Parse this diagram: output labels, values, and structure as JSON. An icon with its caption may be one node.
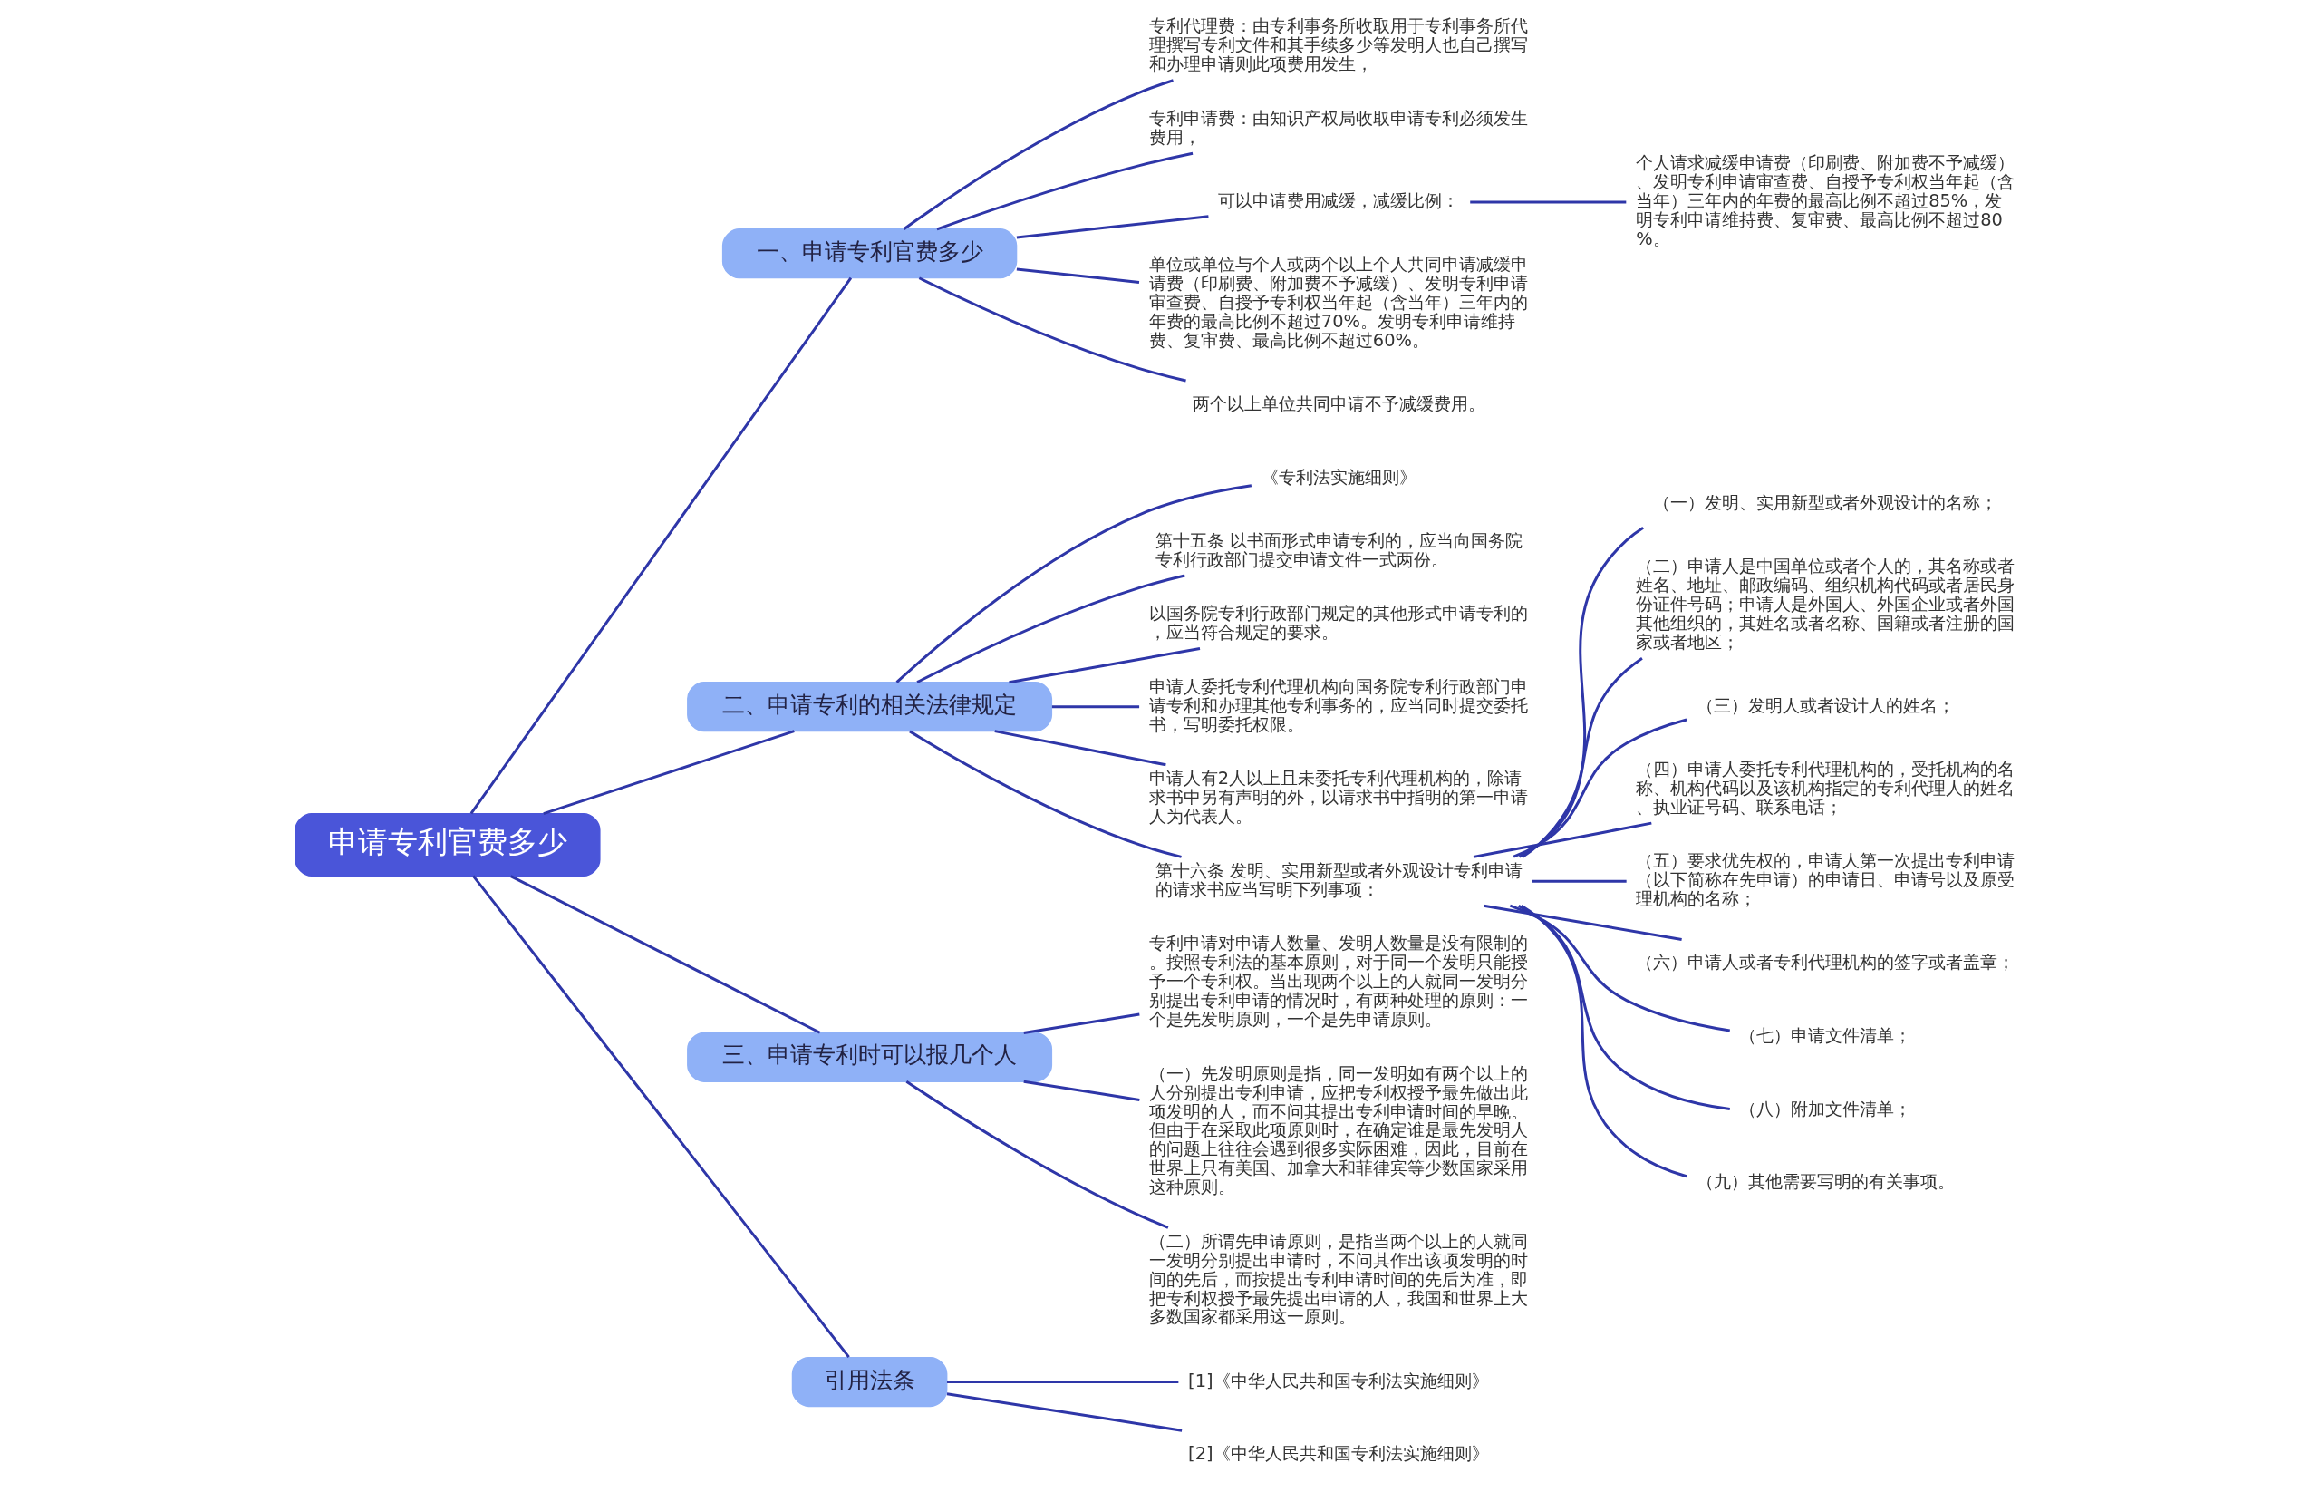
{
  "diagram": {
    "nodes": [
      {
        "text": [
          "申请专利官费多少"
        ]
      },
      {
        "text": [
          "一、申请专利官费多少"
        ]
      },
      {
        "text": [
          "专利代理费：由专利事务所收取用于专利事务所代理撰写专利文件和其手续多少等发明人也自己撰写和办理申请则此项费用发生，"
        ]
      },
      {
        "text": [
          "专利申请费：由知识产权局收取申请专利必须发生费用，"
        ]
      },
      {
        "text": [
          "可以申请费用减缓，减缓比例："
        ]
      },
      {
        "text": [
          "单位或单位与个人或两个以上个人共同申请减缓申请费（印刷费、附加费不予减缓）、发明专利申请审查费、自授予专利权当年起（含当年）三年内的年费的最高比例不超过70%。发明专利申请维持费、复审费、最高比例不超过60%。"
        ]
      },
      {
        "text": [
          "两个以上单位共同申请不予减缓费用。"
        ]
      },
      {
        "text": [
          "个人请求减缓申请费（印刷费、附加费不予减缓）、发明专利申请审查费、自授予专利权当年起（含当年）三年内的年费的最高比例不超过85%，发明专利申请维持费、复审费、最高比例不超过80%。"
        ]
      },
      {
        "text": [
          "二、申请专利的相关法律规定"
        ]
      },
      {
        "text": [
          "《专利法实施细则》"
        ]
      },
      {
        "text": [
          "第十五条 以书面形式申请专利的，应当向国务院专利行政部门提交申请文件一式两份。"
        ]
      },
      {
        "text": [
          "以国务院专利行政部门规定的其他形式申请专利的，应当符合规定的要求。"
        ]
      },
      {
        "text": [
          "申请人委托专利代理机构向国务院专利行政部门申请专利和办理其他专利事务的，应当同时提交委托书，写明委托权限。"
        ]
      },
      {
        "text": [
          "申请人有2人以上且未委托专利代理机构的，除请求书中另有声明的外，以请求书中指明的第一申请人为代表人。"
        ]
      },
      {
        "text": [
          "第十六条 发明、实用新型或者外观设计专利申请的请求书应当写明下列事项："
        ]
      },
      {
        "text": [
          "（一）发明、实用新型或者外观设计的名称；"
        ]
      },
      {
        "text": [
          "（二）申请人是中国单位或者个人的，其名称或者姓名、地址、邮政编码、组织机构代码或者居民身份证件号码；申请人是外国人、外国企业或者外国其他组织的，其姓名或者名称、国籍或者注册的国家或者地区；"
        ]
      },
      {
        "text": [
          "（三）发明人或者设计人的姓名；"
        ]
      },
      {
        "text": [
          "（四）申请人委托专利代理机构的，受托机构的名称、机构代码以及该机构指定的专利代理人的姓名、执业证号码、联系电话；"
        ]
      },
      {
        "text": [
          "（五）要求优先权的，申请人第一次提出专利申请（以下简称在先申请）的申请日、申请号以及原受理机构的名称；"
        ]
      },
      {
        "text": [
          "（六）申请人或者专利代理机构的签字或者盖章；"
        ]
      },
      {
        "text": [
          "（七）申请文件清单；"
        ]
      },
      {
        "text": [
          "（八）附加文件清单；"
        ]
      },
      {
        "text": [
          "（九）其他需要写明的有关事项。"
        ]
      },
      {
        "text": [
          "三、申请专利时可以报几个人"
        ]
      },
      {
        "text": [
          "专利申请对申请人数量、发明人数量是没有限制的。按照专利法的基本原则，对于同一个发明只能授予一个专利权。当出现两个以上的人就同一发明分别提出专利申请的情况时，有两种处理的原则：一个是先发明原则，一个是先申请原则。"
        ]
      },
      {
        "text": [
          "（一）先发明原则是指，同一发明如有两个以上的人分别提出专利申请，应把专利权授予最先做出此项发明的人，而不问其提出专利申请时间的早晚。但由于在采取此项原则时，在确定谁是最先发明人的问题上往往会遇到很多实际困难，因此，目前在世界上只有美国、加拿大和菲律宾等少数国家采用这种原则。"
        ]
      },
      {
        "text": [
          "（二）所谓先申请原则，是指当两个以上的人就同一发明分别提出申请时，不问其作出该项发明的时间的先后，而按提出专利申请时间的先后为准，即把专利权授予最先提出申请的人，我国和世界上大多数国家都采用这一原则。"
        ]
      },
      {
        "text": [
          "引用法条"
        ]
      },
      {
        "text": [
          "[1]《中华人民共和国专利法实施细则》"
        ]
      },
      {
        "text": [
          "[2]《中华人民共和国专利法实施细则》"
        ]
      }
    ],
    "edges": [
      {
        "from": 0,
        "to": 1,
        "arrow": "none"
      },
      {
        "from": 1,
        "to": 2,
        "arrow": "none"
      },
      {
        "from": 1,
        "to": 3,
        "arrow": "none"
      },
      {
        "from": 1,
        "to": 4,
        "arrow": "none"
      },
      {
        "from": 4,
        "to": 7,
        "arrow": "none"
      },
      {
        "from": 1,
        "to": 5,
        "arrow": "none"
      },
      {
        "from": 1,
        "to": 6,
        "arrow": "none"
      },
      {
        "from": 0,
        "to": 8,
        "arrow": "none"
      },
      {
        "from": 8,
        "to": 9,
        "arrow": "none"
      },
      {
        "from": 8,
        "to": 10,
        "arrow": "none"
      },
      {
        "from": 8,
        "to": 11,
        "arrow": "none"
      },
      {
        "from": 8,
        "to": 12,
        "arrow": "none"
      },
      {
        "from": 8,
        "to": 13,
        "arrow": "none"
      },
      {
        "from": 8,
        "to": 14,
        "arrow": "none"
      },
      {
        "from": 14,
        "to": 15,
        "arrow": "none"
      },
      {
        "from": 14,
        "to": 16,
        "arrow": "none"
      },
      {
        "from": 14,
        "to": 17,
        "arrow": "none"
      },
      {
        "from": 14,
        "to": 18,
        "arrow": "none"
      },
      {
        "from": 14,
        "to": 19,
        "arrow": "none"
      },
      {
        "from": 14,
        "to": 20,
        "arrow": "none"
      },
      {
        "from": 14,
        "to": 21,
        "arrow": "none"
      },
      {
        "from": 14,
        "to": 22,
        "arrow": "none"
      },
      {
        "from": 14,
        "to": 23,
        "arrow": "none"
      },
      {
        "from": 0,
        "to": 24,
        "arrow": "none"
      },
      {
        "from": 24,
        "to": 25,
        "arrow": "none"
      },
      {
        "from": 24,
        "to": 26,
        "arrow": "none"
      },
      {
        "from": 24,
        "to": 27,
        "arrow": "none"
      },
      {
        "from": 0,
        "to": 28,
        "arrow": "none"
      },
      {
        "from": 28,
        "to": 29,
        "arrow": "none"
      },
      {
        "from": 28,
        "to": 30,
        "arrow": "none"
      }
    ]
  }
}
